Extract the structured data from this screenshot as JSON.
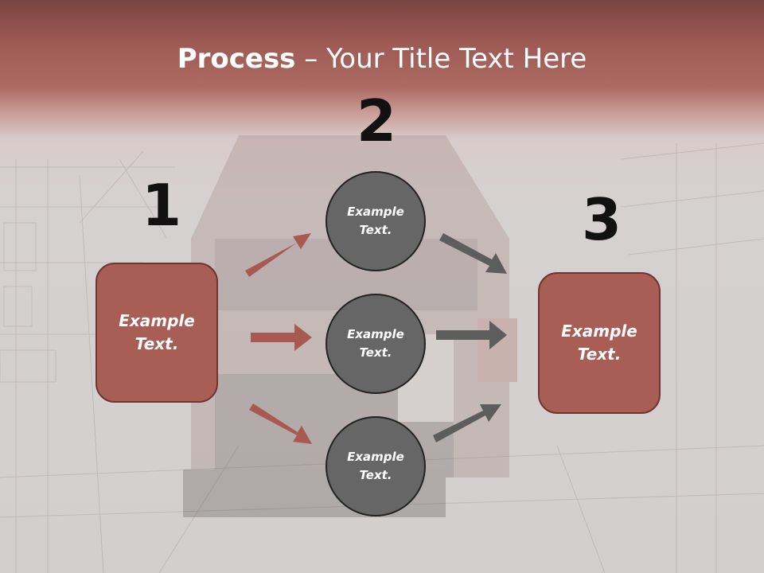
{
  "title": {
    "bold": "Process",
    "rest": " – Your Title Text Here"
  },
  "steps": [
    {
      "number": "1",
      "label_line1": "Example",
      "label_line2": "Text."
    },
    {
      "number": "2",
      "label_line1": "Example",
      "label_line2": "Text."
    },
    {
      "number": "3",
      "label_line1": "Example",
      "label_line2": "Text."
    }
  ],
  "circles": [
    {
      "label_line1": "Example",
      "label_line2": "Text."
    },
    {
      "label_line1": "Example",
      "label_line2": "Text."
    },
    {
      "label_line1": "Example",
      "label_line2": "Text."
    }
  ],
  "colors": {
    "box_fill": "#a85d55",
    "box_border": "#6e3631",
    "circle_fill": "#666666",
    "red_arrow": "#a85a52",
    "gray_arrow": "#5d5d5d"
  }
}
